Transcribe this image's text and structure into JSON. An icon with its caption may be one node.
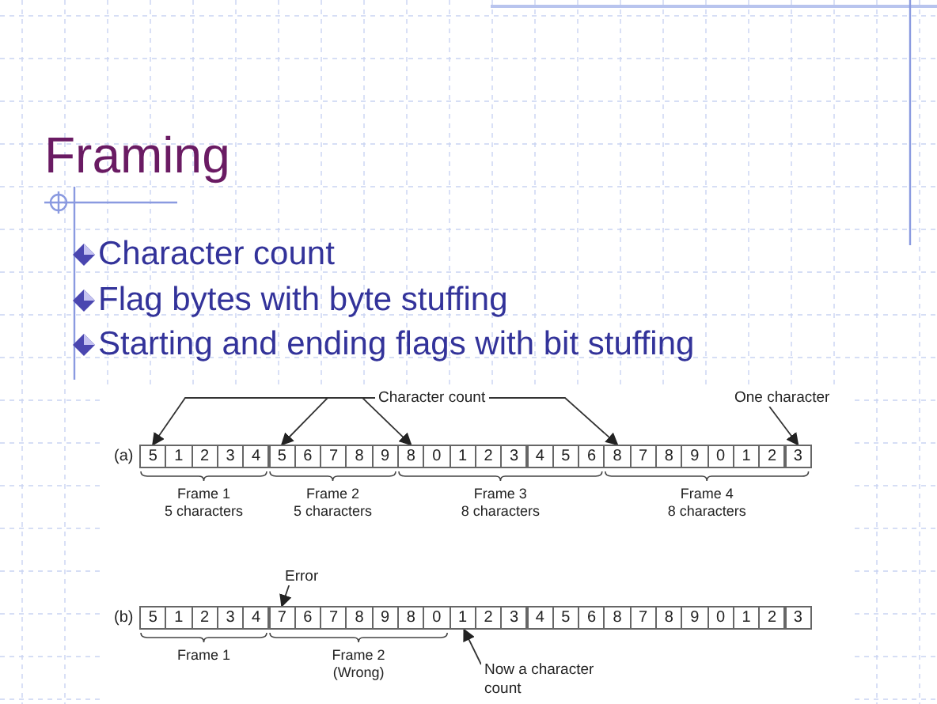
{
  "diagram": {
    "title": "Framing",
    "nodes": [
      {
        "text": [
          "Character count"
        ]
      },
      {
        "text": [
          "One character"
        ]
      },
      {
        "text": [
          "5"
        ]
      },
      {
        "text": [
          "1"
        ]
      },
      {
        "text": [
          "2"
        ]
      },
      {
        "text": [
          "3"
        ]
      },
      {
        "text": [
          "4"
        ]
      },
      {
        "text": [
          "5"
        ]
      },
      {
        "text": [
          "6"
        ]
      },
      {
        "text": [
          "7"
        ]
      },
      {
        "text": [
          "8"
        ]
      },
      {
        "text": [
          "9"
        ]
      },
      {
        "text": [
          "8"
        ]
      },
      {
        "text": [
          "0"
        ]
      },
      {
        "text": [
          "1"
        ]
      },
      {
        "text": [
          "2"
        ]
      },
      {
        "text": [
          "3"
        ]
      },
      {
        "text": [
          "4"
        ]
      },
      {
        "text": [
          "5"
        ]
      },
      {
        "text": [
          "6"
        ]
      },
      {
        "text": [
          "8"
        ]
      },
      {
        "text": [
          "7"
        ]
      },
      {
        "text": [
          "8"
        ]
      },
      {
        "text": [
          "9"
        ]
      },
      {
        "text": [
          "0"
        ]
      },
      {
        "text": [
          "1"
        ]
      },
      {
        "text": [
          "2"
        ]
      },
      {
        "text": [
          "3"
        ]
      },
      {
        "text": [
          "Error"
        ]
      },
      {
        "text": [
          "5"
        ]
      },
      {
        "text": [
          "1"
        ]
      },
      {
        "text": [
          "2"
        ]
      },
      {
        "text": [
          "3"
        ]
      },
      {
        "text": [
          "4"
        ]
      },
      {
        "text": [
          "7"
        ]
      },
      {
        "text": [
          "6"
        ]
      },
      {
        "text": [
          "7"
        ]
      },
      {
        "text": [
          "8"
        ]
      },
      {
        "text": [
          "9"
        ]
      },
      {
        "text": [
          "8"
        ]
      },
      {
        "text": [
          "0"
        ]
      },
      {
        "text": [
          "1"
        ]
      },
      {
        "text": [
          "2"
        ]
      },
      {
        "text": [
          "3"
        ]
      },
      {
        "text": [
          "4"
        ]
      },
      {
        "text": [
          "5"
        ]
      },
      {
        "text": [
          "6"
        ]
      },
      {
        "text": [
          "8"
        ]
      },
      {
        "text": [
          "7"
        ]
      },
      {
        "text": [
          "8"
        ]
      },
      {
        "text": [
          "9"
        ]
      },
      {
        "text": [
          "0"
        ]
      },
      {
        "text": [
          "1"
        ]
      },
      {
        "text": [
          "2"
        ]
      },
      {
        "text": [
          "3"
        ]
      },
      {
        "text": [
          "Now a character count"
        ]
      }
    ],
    "edges": [
      {
        "from": 0,
        "to": 2,
        "arrow": "to"
      },
      {
        "from": 0,
        "to": 7,
        "arrow": "to"
      },
      {
        "from": 0,
        "to": 12,
        "arrow": "to"
      },
      {
        "from": 0,
        "to": 20,
        "arrow": "to"
      },
      {
        "from": 1,
        "to": 27,
        "arrow": "to"
      },
      {
        "from": 28,
        "to": 34,
        "arrow": "to"
      },
      {
        "from": 55,
        "to": 41,
        "arrow": "to"
      }
    ],
    "labels": [
      "Character count",
      "Flag bytes with byte stuffing",
      "Starting and ending flags with bit stuffing",
      "(a)",
      "Frame 1 5 characters",
      "Frame 2 5 characters",
      "Frame 3 8 characters",
      "Frame 4 8 characters",
      "(b)",
      "Frame 1",
      "Frame 2 (Wrong)"
    ]
  }
}
